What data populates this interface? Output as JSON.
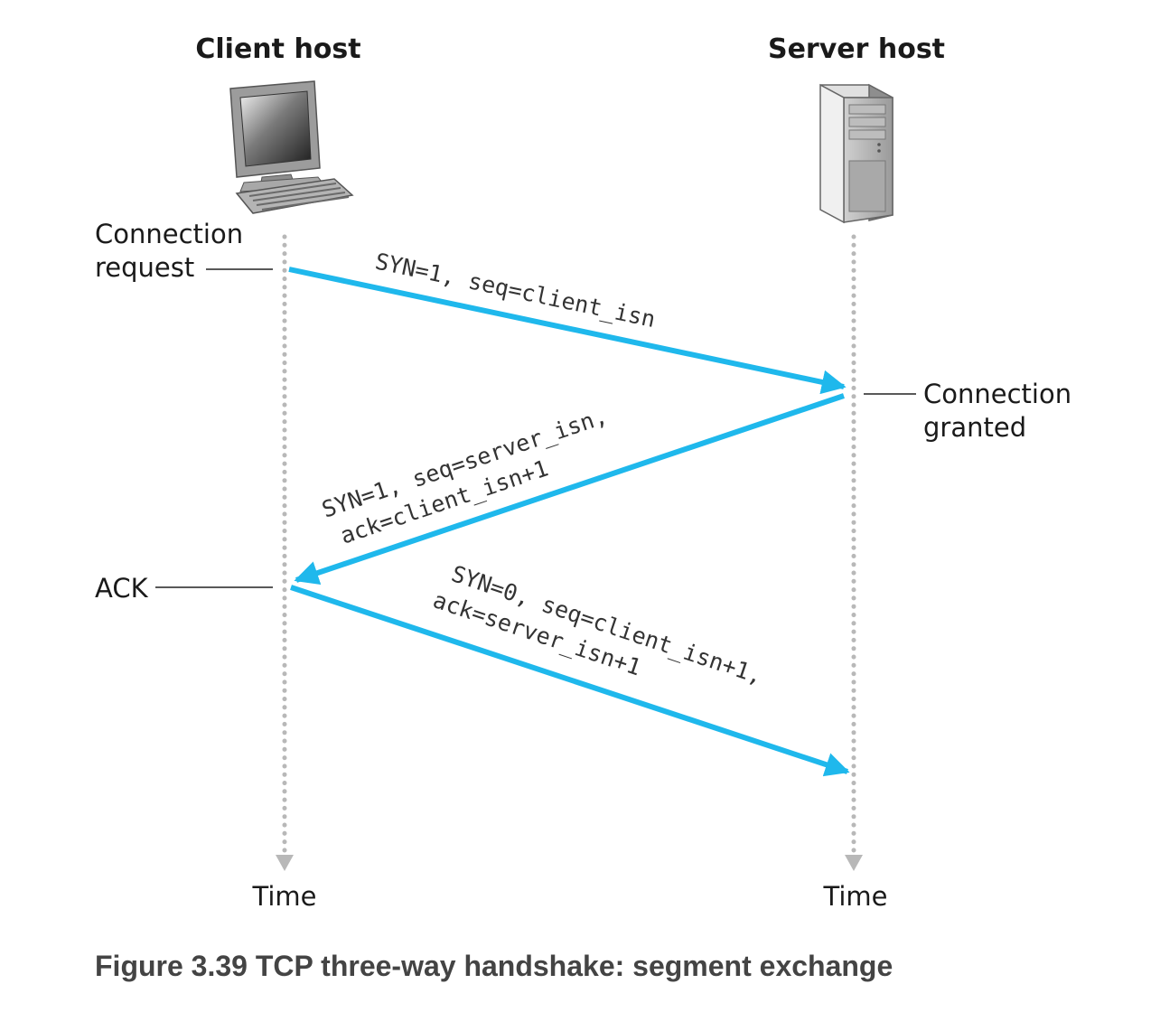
{
  "hosts": {
    "client": {
      "title": "Client host"
    },
    "server": {
      "title": "Server host"
    }
  },
  "labels": {
    "connection_request": [
      "Connection",
      "request"
    ],
    "connection_granted": [
      "Connection",
      "granted"
    ],
    "ack": "ACK"
  },
  "messages": {
    "syn": "SYN=1, seq=client_isn",
    "synack": [
      "SYN=1, seq=server_isn,",
      "ack=client_isn+1"
    ],
    "ack": [
      "SYN=0, seq=client_isn+1,",
      "ack=server_isn+1"
    ]
  },
  "timelines": {
    "client_time": "Time",
    "server_time": "Time"
  },
  "caption": "Figure 3.39 TCP three-way handshake: segment exchange",
  "colors": {
    "arrow": "#1fb8ec",
    "timeline_dots": "#b8b8b8",
    "text": "#1a1a1a",
    "caption": "#444444"
  },
  "icons": {
    "client": "desktop-computer-icon",
    "server": "server-tower-icon"
  }
}
